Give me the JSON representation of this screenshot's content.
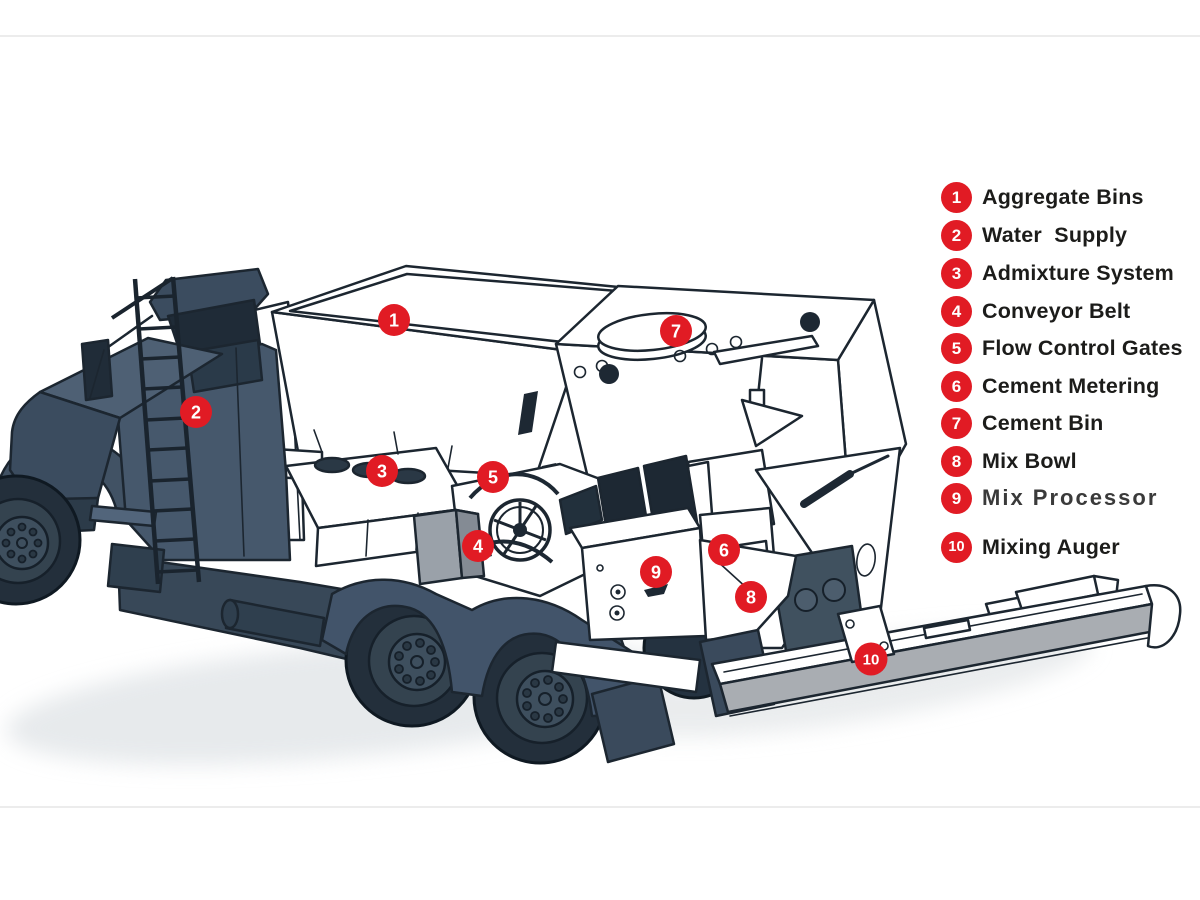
{
  "diagram": {
    "subject": "Volumetric concrete mixer truck components",
    "legend": {
      "items": [
        {
          "number": "1",
          "label": "Aggregate Bins"
        },
        {
          "number": "2",
          "label": "Water  Supply"
        },
        {
          "number": "3",
          "label": "Admixture System"
        },
        {
          "number": "4",
          "label": "Conveyor Belt"
        },
        {
          "number": "5",
          "label": "Flow Control Gates"
        },
        {
          "number": "6",
          "label": "Cement Metering"
        },
        {
          "number": "7",
          "label": "Cement Bin"
        },
        {
          "number": "8",
          "label": "Mix Bowl"
        },
        {
          "number": "9",
          "label": "Mix Processor"
        },
        {
          "number": "10",
          "label": "Mixing Auger"
        }
      ]
    },
    "colors": {
      "marker_red": "#E11B24",
      "text_black": "#1C1C1A",
      "truck_slate": "#46586C",
      "truck_dark": "#232F3B",
      "outline": "#1C2630",
      "machine_gray": "#9BA1A9",
      "auger_gray": "#A9ADB2",
      "background": "#FFFFFF"
    }
  }
}
